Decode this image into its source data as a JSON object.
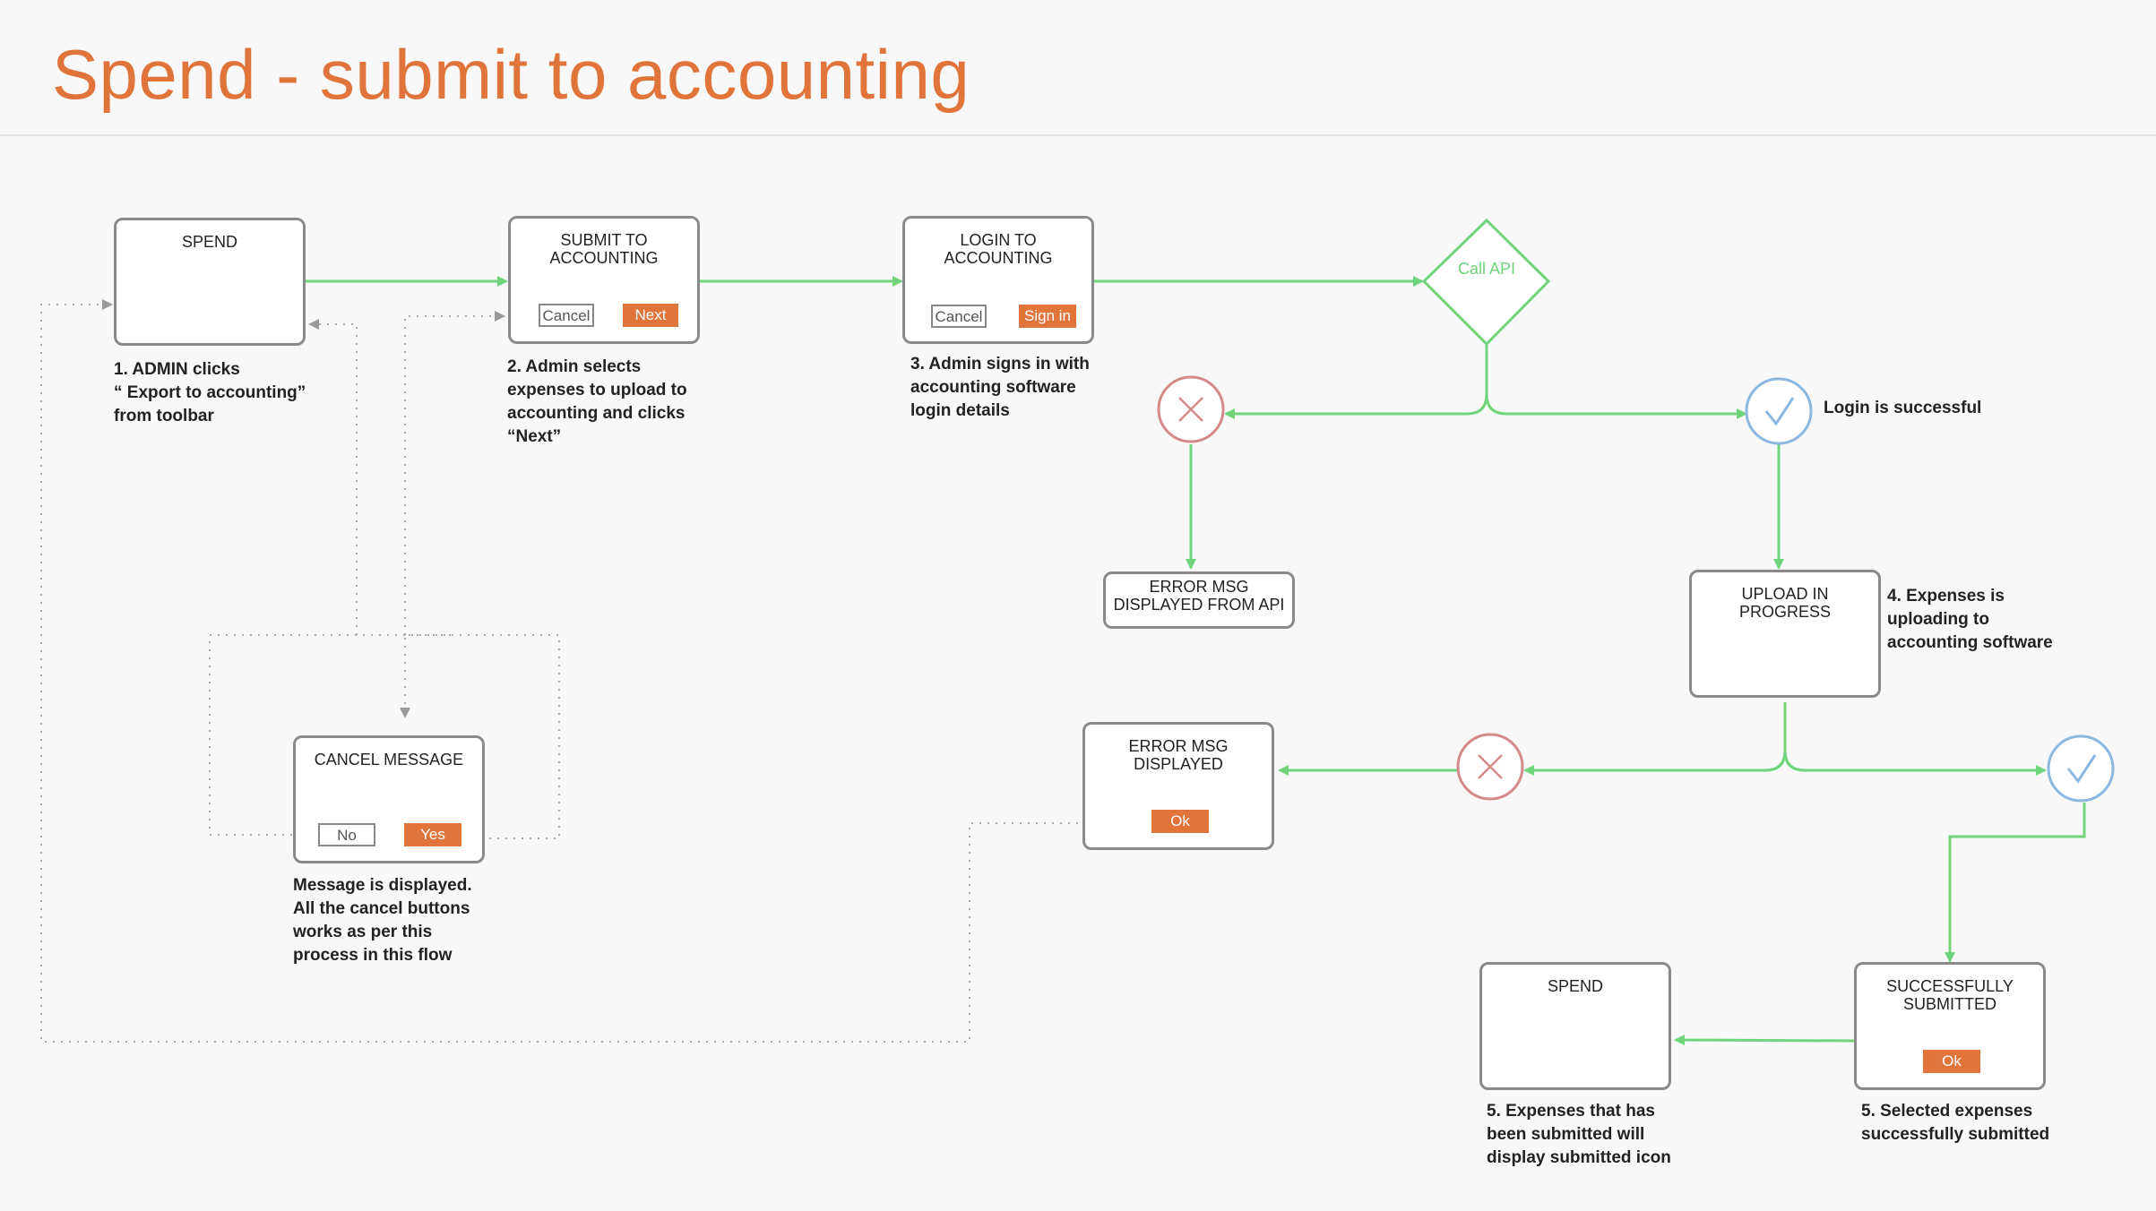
{
  "title": "Spend - submit to accounting",
  "boxes": {
    "spend_start": {
      "title": "SPEND"
    },
    "submit": {
      "title": "SUBMIT TO\nACCOUNTING",
      "cancel": "Cancel",
      "next": "Next"
    },
    "login": {
      "title": "LOGIN TO\nACCOUNTING",
      "cancel": "Cancel",
      "signin": "Sign in"
    },
    "error_api": {
      "title": "ERROR MSG\nDISPLAYED FROM API"
    },
    "upload": {
      "title": "UPLOAD IN\nPROGRESS"
    },
    "cancel_msg": {
      "title": "CANCEL MESSAGE",
      "no": "No",
      "yes": "Yes"
    },
    "error_msg": {
      "title": "ERROR MSG\nDISPLAYED",
      "ok": "Ok"
    },
    "spend_end": {
      "title": "SPEND"
    },
    "success": {
      "title": "SUCCESSFULLY\nSUBMITTED",
      "ok": "Ok"
    }
  },
  "diamond": {
    "label": "Call API"
  },
  "notes": {
    "n1": "1. ADMIN clicks\n“ Export to accounting”\nfrom toolbar",
    "n2": "2. Admin selects\nexpenses to upload to\naccounting and clicks\n“Next”",
    "n3": "3. Admin signs in with\naccounting software\nlogin details",
    "login_ok": "Login is successful",
    "n4": "4. Expenses is\nuploading to\naccounting software",
    "cancel_note": "Message is displayed.\nAll the cancel buttons\nworks as per this\nprocess in this flow",
    "n5a": "5. Expenses that has\nbeen submitted will\ndisplay submitted icon",
    "n5b": "5. Selected expenses\nsuccessfully submitted"
  },
  "colors": {
    "accent": "#e0743a",
    "flow": "#6fd47a",
    "error": "#d48a8a",
    "success": "#8ab8e0",
    "dotted": "#aaaaaa"
  }
}
